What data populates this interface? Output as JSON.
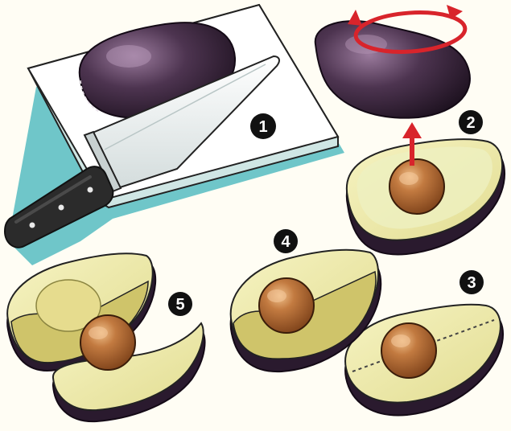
{
  "steps": [
    {
      "label": "1",
      "text": ""
    },
    {
      "label": "2",
      "text": ""
    },
    {
      "label": "3",
      "text": ""
    },
    {
      "label": "4",
      "text": ""
    },
    {
      "label": "5",
      "text": ""
    }
  ],
  "colors": {
    "background": "#fffdf4",
    "skin_dark": "#2a1a2e",
    "skin_highlight": "#8c6a8e",
    "flesh_light": "#f2efb4",
    "flesh_mid": "#d9d47c",
    "pit": "#a9622f",
    "pit_highlight": "#e8b27a",
    "board": "#ffffff",
    "board_edge": "#cfe6e4",
    "shadow_teal": "#5fc0c4",
    "arrow_red": "#d8242b",
    "blade": "#e8eeee",
    "handle": "#2b2b2b"
  },
  "icons": [
    "chef-knife-icon",
    "cutting-board-icon",
    "twist-arrow-icon",
    "lift-arrow-icon"
  ]
}
